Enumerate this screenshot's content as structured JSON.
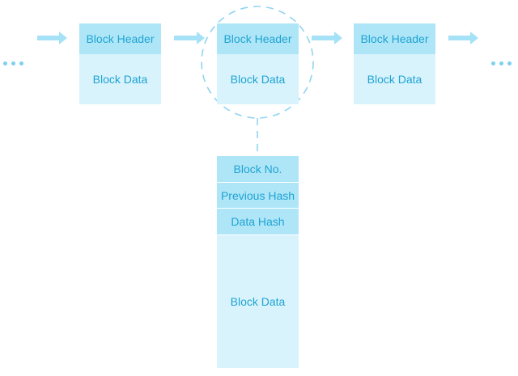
{
  "blocks": [
    {
      "header": "Block Header",
      "body": "Block Data"
    },
    {
      "header": "Block Header",
      "body": "Block Data"
    },
    {
      "header": "Block Header",
      "body": "Block Data"
    }
  ],
  "detail": {
    "rows": [
      "Block No.",
      "Previous Hash",
      "Data Hash",
      "Block Data"
    ]
  },
  "colors": {
    "header_fill": "#aee6f8",
    "body_fill": "#d9f3fc",
    "text": "#1ea3d2",
    "arrow": "#a6e2f7",
    "dash": "#8fd5f2"
  }
}
